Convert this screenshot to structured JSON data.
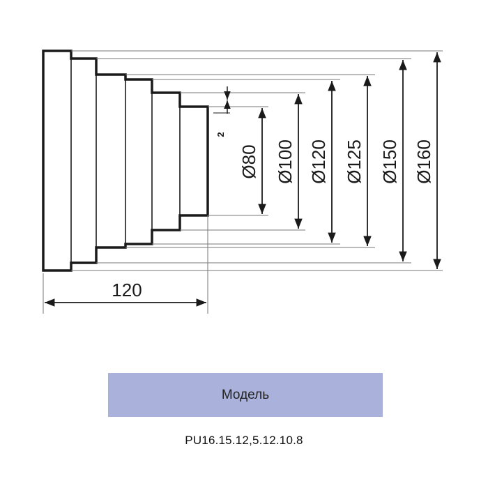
{
  "dimensions": {
    "length": "120",
    "step": "2",
    "diameters": [
      "Ø80",
      "Ø100",
      "Ø120",
      "Ø125",
      "Ø150",
      "Ø160"
    ]
  },
  "model": {
    "label": "Модель",
    "code": "PU16.15.12,5.12.10.8"
  },
  "colors": {
    "banner": "#aab2dc",
    "line": "#1a1a1a"
  }
}
